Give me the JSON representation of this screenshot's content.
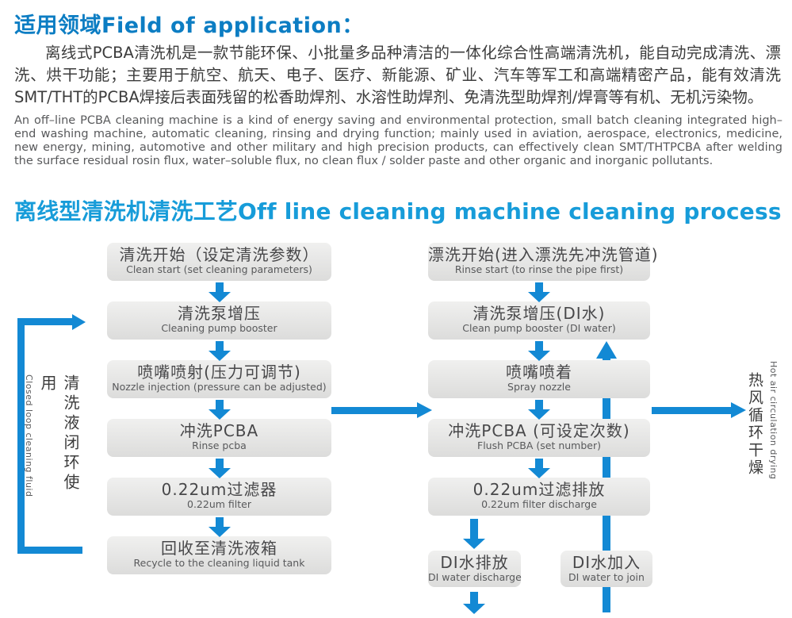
{
  "section1": {
    "title": "适用领域Field of application：",
    "paragraph_zh": "离线式PCBA清洗机是一款节能环保、小批量多品种清洁的一体化综合性高端清洗机，能自动完成清洗、漂洗、烘干功能；主要用于航空、航天、电子、医疗、新能源、矿业、汽车等军工和高端精密产品，能有效清洗SMT/THT的PCBA焊接后表面残留的松香助焊剂、水溶性助焊剂、免清洗型助焊剂/焊膏等有机、无机污染物。",
    "paragraph_en": "An off–line PCBA cleaning machine is a kind of energy saving and environmental protection, small batch cleaning integrated high–end washing machine, automatic cleaning, rinsing and drying function; mainly used in aviation, aerospace, electronics, medicine, new energy, mining, automotive and other military and high precision products, can effectively clean SMT/THTPCBA after welding the surface residual rosin flux, water–soluble flux, no clean flux / solder paste and other organic and inorganic pollutants."
  },
  "section2": {
    "title": "离线型清洗机清洗工艺Off line cleaning machine cleaning process"
  },
  "flowchart": {
    "left_column": [
      {
        "zh": "清洗开始（设定清洗参数）",
        "en": "Clean start (set cleaning parameters)"
      },
      {
        "zh": "清洗泵增压",
        "en": "Cleaning pump booster"
      },
      {
        "zh": "喷嘴喷射(压力可调节)",
        "en": "Nozzle injection (pressure can be adjusted)"
      },
      {
        "zh": "冲洗PCBA",
        "en": "Rinse pcba"
      },
      {
        "zh": "0.22um过滤器",
        "en": "0.22um filter"
      },
      {
        "zh": "回收至清洗液箱",
        "en": "Recycle to the cleaning liquid tank"
      }
    ],
    "right_column": [
      {
        "zh": "漂洗开始(进入漂洗先冲洗管道)",
        "en": "Rinse start (to rinse the pipe first)"
      },
      {
        "zh": "清洗泵增压(DI水)",
        "en": "Clean pump booster (DI water)"
      },
      {
        "zh": "喷嘴喷着",
        "en": "Spray nozzle"
      },
      {
        "zh": "冲洗PCBA (可设定次数)",
        "en": "Flush PCBA (set number)"
      },
      {
        "zh": "0.22um过滤排放",
        "en": "0.22um filter discharge"
      }
    ],
    "bottom_left_box": {
      "zh": "DI水排放",
      "en": "DI water discharge"
    },
    "bottom_right_box": {
      "zh": "DI水加入",
      "en": "DI water to join"
    },
    "left_label": {
      "zh": "清洗液闭环使用",
      "en": "Closed loop cleaning fluid"
    },
    "right_label": {
      "zh": "热风循环干燥",
      "en": "Hot air circulation drying"
    }
  },
  "colors": {
    "heading1": "#0c7dc3",
    "heading2": "#179cd9",
    "arrow": "#1389d4",
    "box_fill_top": "#f0f0ef",
    "box_fill_bottom": "#dcdcdb",
    "box_text": "#48484a",
    "box_subtext": "#58595b"
  }
}
